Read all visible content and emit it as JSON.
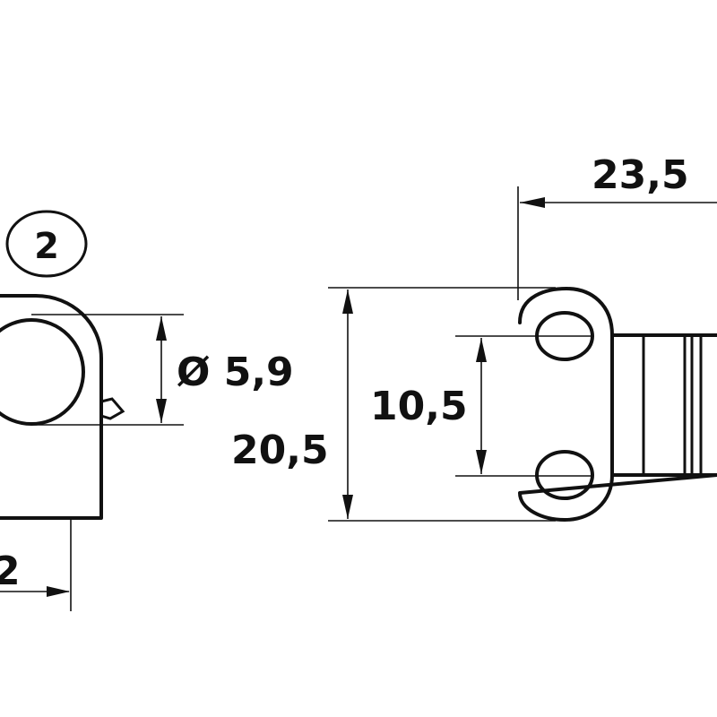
{
  "drawing": {
    "callout_number": "2",
    "dimensions": {
      "diameter": "Ø 5,9",
      "overall_height": "20,5",
      "hole_spacing": "10,5",
      "overall_length": "23,5",
      "left_width": "2"
    }
  }
}
